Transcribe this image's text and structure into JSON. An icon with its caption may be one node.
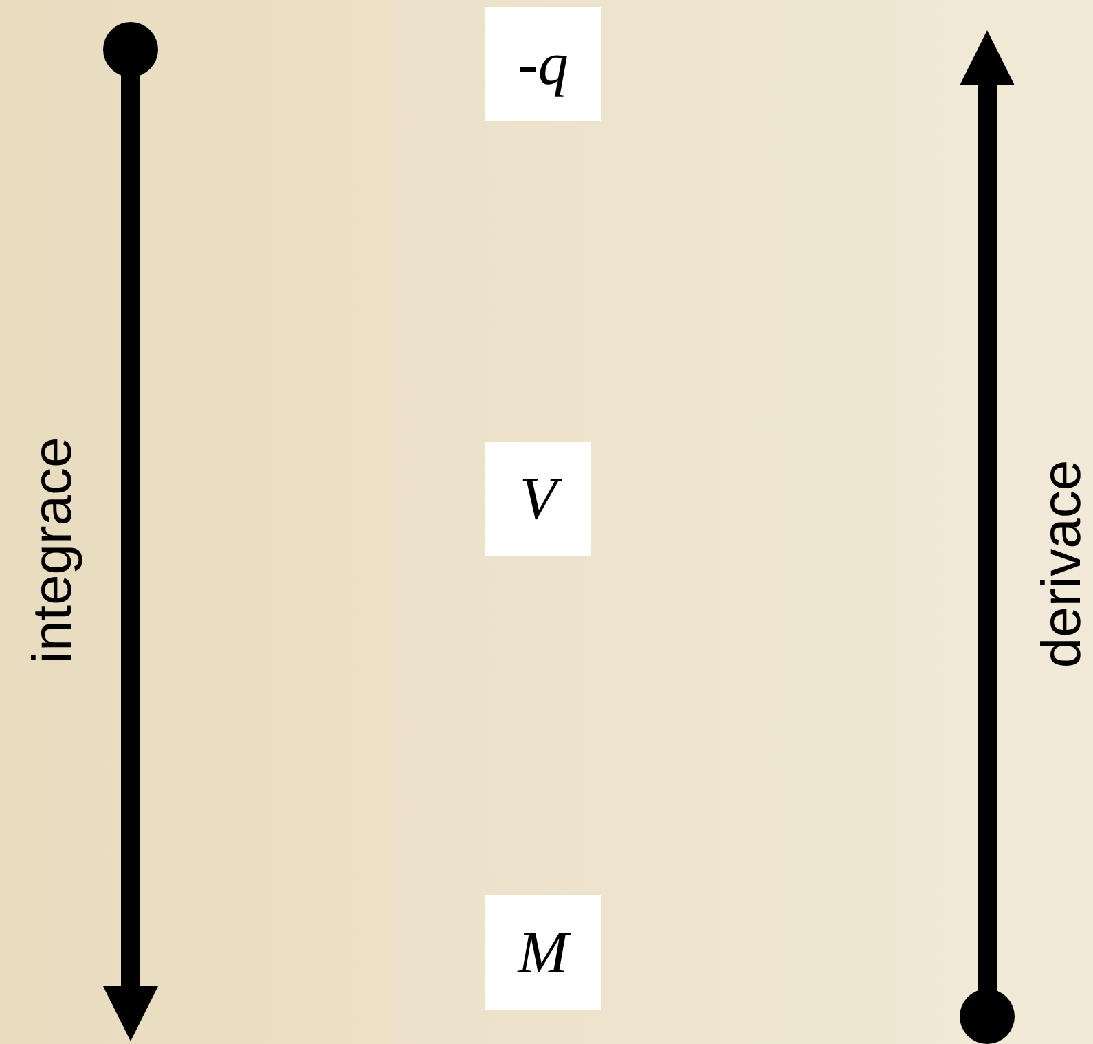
{
  "diagram": {
    "nodes": [
      {
        "text": [
          "-q"
        ]
      },
      {
        "text": [
          "V"
        ]
      },
      {
        "text": [
          "M"
        ]
      }
    ],
    "labels": [
      "integrace",
      "derivace"
    ]
  }
}
